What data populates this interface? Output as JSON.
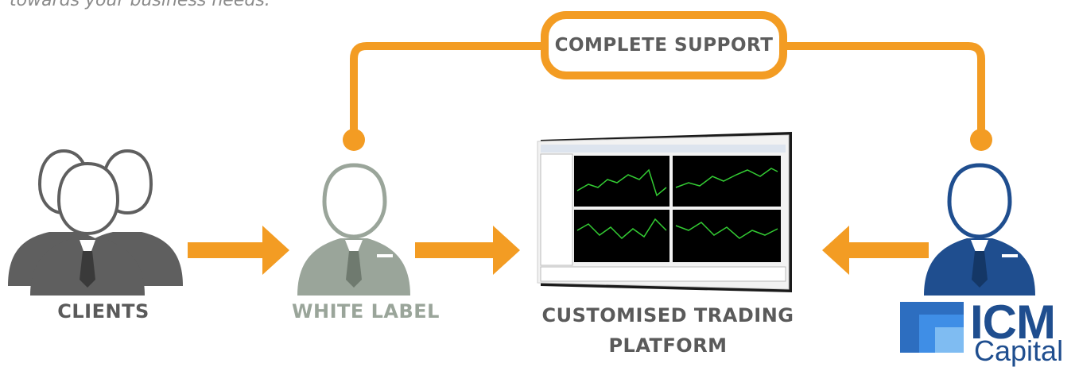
{
  "intro_text": "towards your business needs.",
  "support": {
    "label": "COMPLETE SUPPORT"
  },
  "nodes": {
    "clients": {
      "label": "CLIENTS"
    },
    "white_label": {
      "label": "WHITE LABEL"
    },
    "platform": {
      "line1": "CUSTOMISED TRADING",
      "line2": "PLATFORM"
    },
    "provider": {
      "logo_icm": "ICM",
      "logo_capital": "Capital"
    }
  },
  "colors": {
    "accent_orange": "#f39c23",
    "clients_gray": "#5f5f5f",
    "white_label_gray": "#9aa59a",
    "provider_blue": "#1f4e8f"
  },
  "icons": [
    "clients-group-icon",
    "white-label-person-icon",
    "trading-platform-screenshot",
    "provider-person-icon",
    "icm-capital-logo"
  ]
}
